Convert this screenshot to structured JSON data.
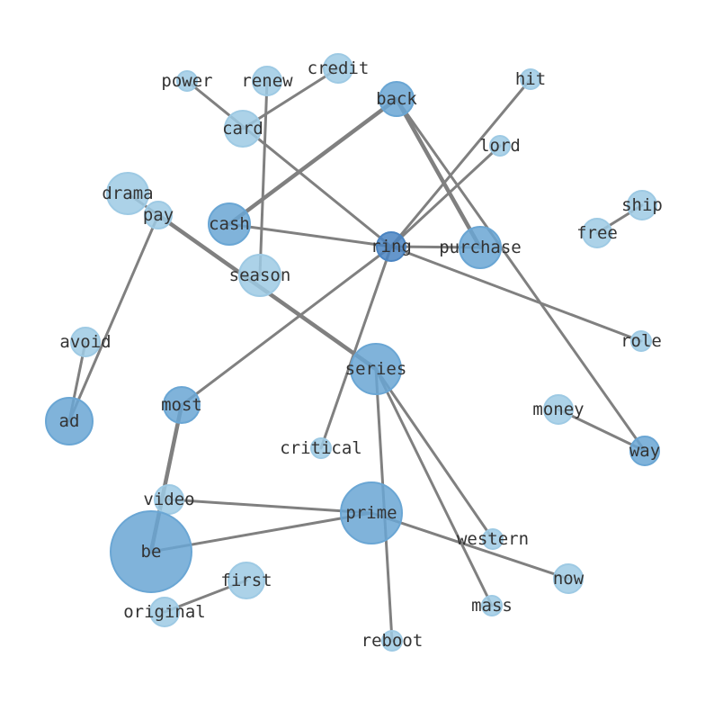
{
  "colors": {
    "edge": "#808080",
    "light": "#9ecae4",
    "mid": "#6aa6d4",
    "dark": "#4a84c2",
    "text": "#333333"
  },
  "nodes": [
    {
      "id": "power",
      "label": "power",
      "shade": "light"
    },
    {
      "id": "renew",
      "label": "renew",
      "shade": "light"
    },
    {
      "id": "credit",
      "label": "credit",
      "shade": "light"
    },
    {
      "id": "back",
      "label": "back",
      "shade": "mid"
    },
    {
      "id": "hit",
      "label": "hit",
      "shade": "light"
    },
    {
      "id": "card",
      "label": "card",
      "shade": "light"
    },
    {
      "id": "lord",
      "label": "lord",
      "shade": "light"
    },
    {
      "id": "drama",
      "label": "drama",
      "shade": "light"
    },
    {
      "id": "pay",
      "label": "pay",
      "shade": "light"
    },
    {
      "id": "cash",
      "label": "cash",
      "shade": "mid"
    },
    {
      "id": "ship",
      "label": "ship",
      "shade": "light"
    },
    {
      "id": "free",
      "label": "free",
      "shade": "light"
    },
    {
      "id": "ring",
      "label": "ring",
      "shade": "dark"
    },
    {
      "id": "purchase",
      "label": "purchase",
      "shade": "mid"
    },
    {
      "id": "season",
      "label": "season",
      "shade": "light"
    },
    {
      "id": "avoid",
      "label": "avoid",
      "shade": "light"
    },
    {
      "id": "role",
      "label": "role",
      "shade": "light"
    },
    {
      "id": "series",
      "label": "series",
      "shade": "mid"
    },
    {
      "id": "most",
      "label": "most",
      "shade": "mid"
    },
    {
      "id": "ad",
      "label": "ad",
      "shade": "mid"
    },
    {
      "id": "money",
      "label": "money",
      "shade": "light"
    },
    {
      "id": "critical",
      "label": "critical",
      "shade": "light"
    },
    {
      "id": "way",
      "label": "way",
      "shade": "mid"
    },
    {
      "id": "video",
      "label": "video",
      "shade": "light"
    },
    {
      "id": "prime",
      "label": "prime",
      "shade": "mid"
    },
    {
      "id": "western",
      "label": "western",
      "shade": "light"
    },
    {
      "id": "be",
      "label": "be",
      "shade": "mid"
    },
    {
      "id": "now",
      "label": "now",
      "shade": "light"
    },
    {
      "id": "first",
      "label": "first",
      "shade": "light"
    },
    {
      "id": "mass",
      "label": "mass",
      "shade": "light"
    },
    {
      "id": "original",
      "label": "original",
      "shade": "light"
    },
    {
      "id": "reboot",
      "label": "reboot",
      "shade": "light"
    }
  ],
  "edges": [
    {
      "source": "power",
      "target": "ring",
      "weight": 1
    },
    {
      "source": "renew",
      "target": "season",
      "weight": 1
    },
    {
      "source": "credit",
      "target": "card",
      "weight": 1
    },
    {
      "source": "back",
      "target": "cash",
      "weight": 2
    },
    {
      "source": "back",
      "target": "purchase",
      "weight": 2
    },
    {
      "source": "back",
      "target": "way",
      "weight": 1
    },
    {
      "source": "hit",
      "target": "ring",
      "weight": 1
    },
    {
      "source": "lord",
      "target": "ring",
      "weight": 1
    },
    {
      "source": "cash",
      "target": "ring",
      "weight": 1
    },
    {
      "source": "ring",
      "target": "purchase",
      "weight": 1
    },
    {
      "source": "ring",
      "target": "role",
      "weight": 1
    },
    {
      "source": "ring",
      "target": "most",
      "weight": 1
    },
    {
      "source": "ring",
      "target": "critical",
      "weight": 1
    },
    {
      "source": "pay",
      "target": "series",
      "weight": 2
    },
    {
      "source": "drama",
      "target": "series",
      "weight": 1
    },
    {
      "source": "pay",
      "target": "ad",
      "weight": 1
    },
    {
      "source": "avoid",
      "target": "ad",
      "weight": 1
    },
    {
      "source": "series",
      "target": "western",
      "weight": 1
    },
    {
      "source": "series",
      "target": "mass",
      "weight": 1
    },
    {
      "source": "series",
      "target": "reboot",
      "weight": 1
    },
    {
      "source": "most",
      "target": "be",
      "weight": 2
    },
    {
      "source": "video",
      "target": "prime",
      "weight": 1
    },
    {
      "source": "be",
      "target": "prime",
      "weight": 1
    },
    {
      "source": "prime",
      "target": "now",
      "weight": 1
    },
    {
      "source": "first",
      "target": "original",
      "weight": 1
    },
    {
      "source": "money",
      "target": "way",
      "weight": 1
    },
    {
      "source": "free",
      "target": "ship",
      "weight": 1
    }
  ]
}
